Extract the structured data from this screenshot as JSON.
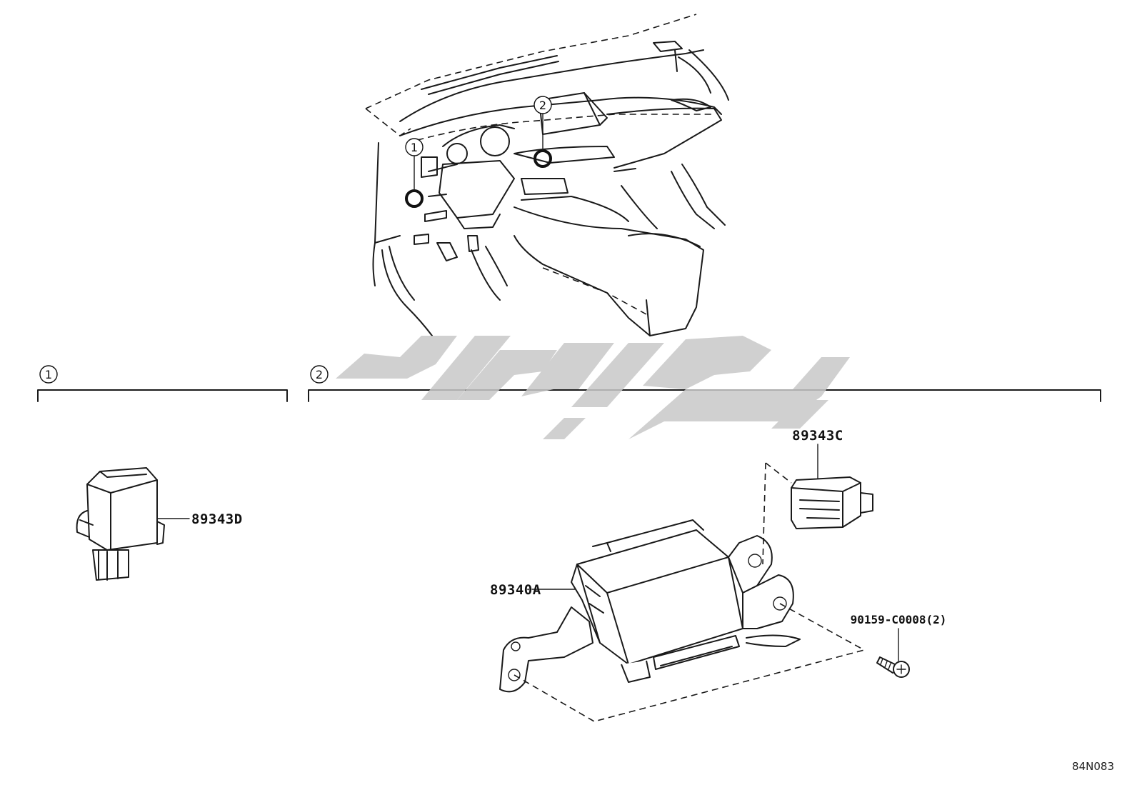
{
  "callouts": [
    {
      "number": "1"
    },
    {
      "number": "2"
    }
  ],
  "parts": {
    "sensor_left": "89343D",
    "controller": "89340A",
    "connector": "89343C",
    "bolt": "90159-C0008(2)"
  },
  "diagram_code": "84N083",
  "watermark_color": "#c8c8c8"
}
